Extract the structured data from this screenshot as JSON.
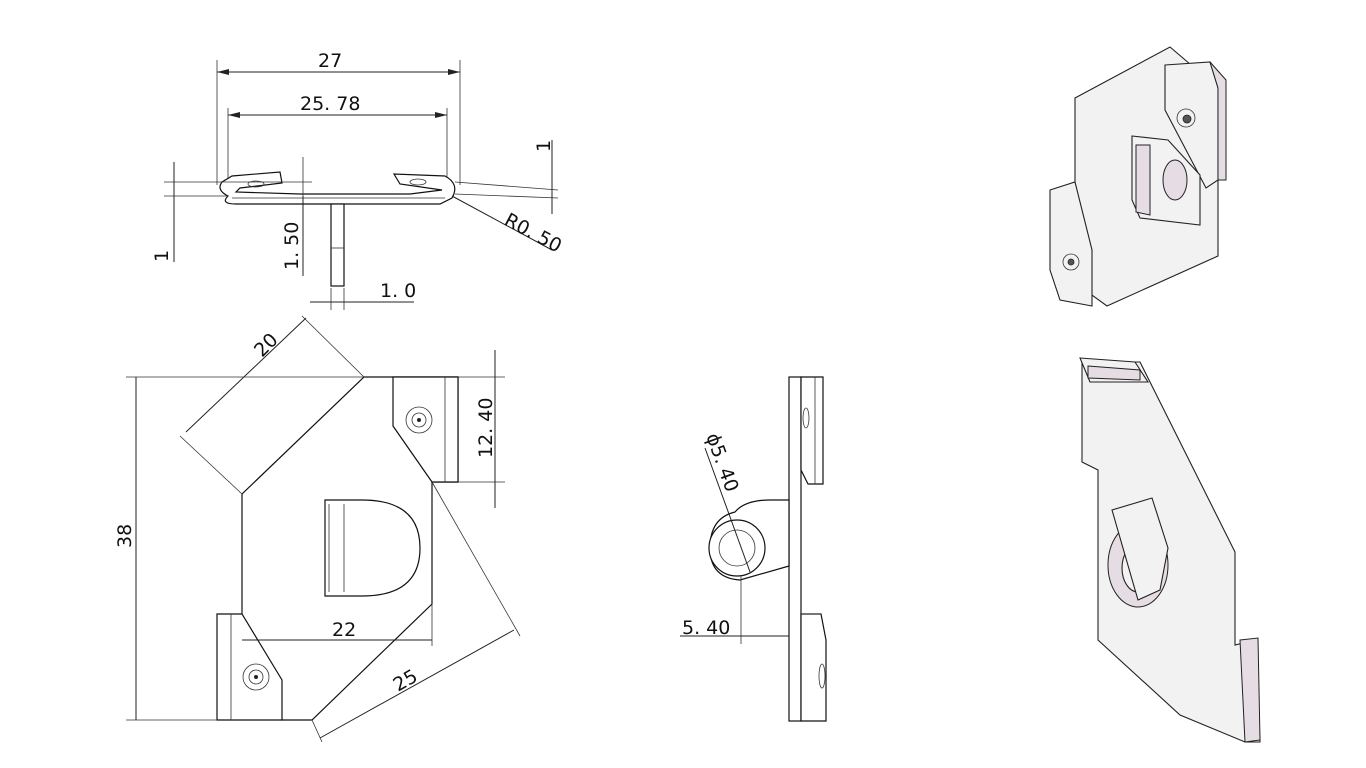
{
  "title": "",
  "dimensions": {
    "top_view": {
      "overall_width": "27",
      "inner_width": "25. 78",
      "left_thickness": "1",
      "right_thickness": "1",
      "height": "1. 50",
      "pin_width": "1. 0",
      "bend_radius": "R0. 50"
    },
    "front_view": {
      "diagonal_top": "20",
      "height": "38",
      "tab_height": "12. 40",
      "bottom_width": "22",
      "diagonal_bottom": "25"
    },
    "side_view": {
      "hole_diameter": "ϕ5. 40",
      "hole_offset": "5. 40"
    }
  },
  "views": {
    "iso_1": "isometric-view-back",
    "iso_2": "isometric-view-front"
  }
}
